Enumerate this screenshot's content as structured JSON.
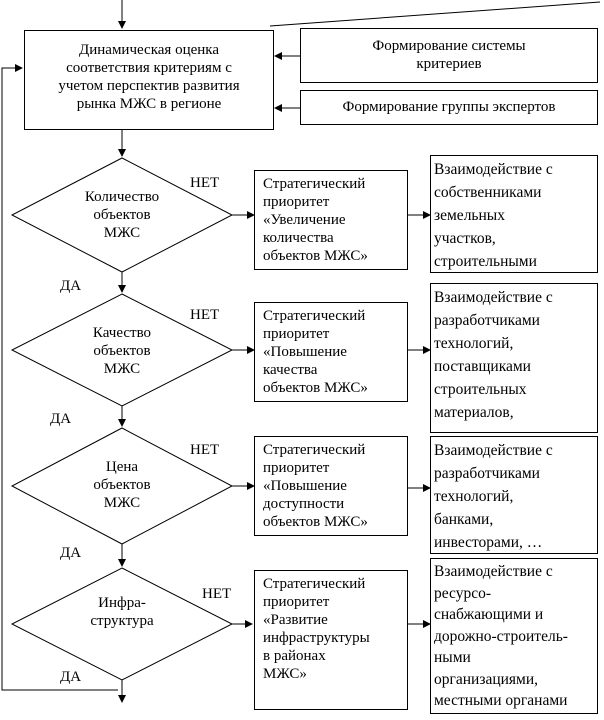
{
  "top": {
    "evaluation": "Динамическая оценка\nсоответствия критериям с\nучетом перспектив развития\nрынка МЖС в регионе",
    "criteria_system": "Формирование системы\nкритериев",
    "expert_group": "Формирование группы экспертов"
  },
  "labels": {
    "no": "НЕТ",
    "yes": "ДА"
  },
  "decisions": [
    "Количество\nобъектов\nМЖС",
    "Качество\nобъектов\nМЖС",
    "Цена\nобъектов\nМЖС",
    "Инфра-\nструктура"
  ],
  "priorities": [
    "Стратегический\nприоритет\n«Увеличение\nколичества\nобъектов МЖС»",
    "Стратегический\nприоритет\n«Повышение\nкачества\nобъектов МЖС»",
    "Стратегический\nприоритет\n«Повышение\nдоступности\nобъектов МЖС»",
    "Стратегический\nприоритет\n«Развитие\nинфраструктуры\nв районах\nМЖС»"
  ],
  "interactions": [
    "Взаимодействие с\nсобственниками\nземельных\nучастков,\nстроительными",
    "Взаимодействие с\nразработчиками\nтехнологий,\nпоставщиками\nстроительных\nматериалов,\nстроительными",
    "Взаимодействие с\nразработчиками\nтехнологий,\nбанками,\nинвесторами, …",
    "Взаимодействие с\nресурсо-\nснабжающими и\nдорожно-строитель-\nными\nорганизациями,\nместными органами"
  ]
}
